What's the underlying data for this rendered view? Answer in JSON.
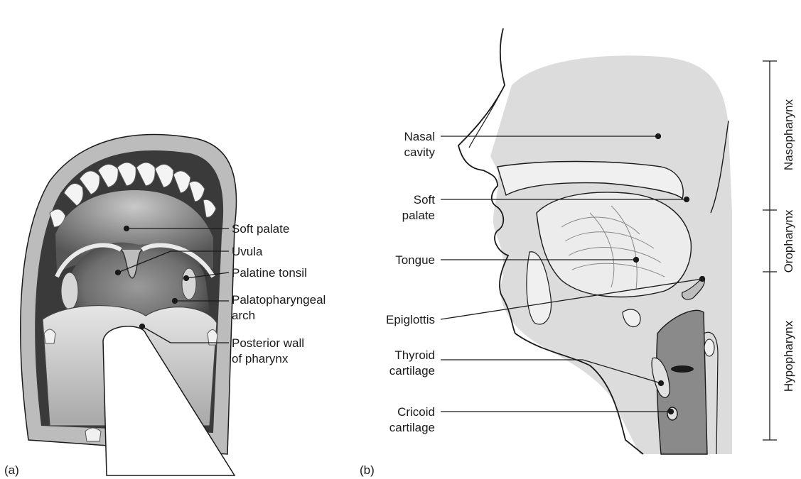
{
  "panel_a": {
    "tag": "(a)",
    "labels": {
      "soft_palate": "Soft palate",
      "uvula": "Uvula",
      "palatine_tonsil": "Palatine tonsil",
      "palatopharyngeal_1": "Palatopharyngeal",
      "palatopharyngeal_2": "arch",
      "posterior_1": "Posterior wall",
      "posterior_2": "of pharynx"
    }
  },
  "panel_b": {
    "tag": "(b)",
    "labels": {
      "nasal_1": "Nasal",
      "nasal_2": "cavity",
      "soft_1": "Soft",
      "soft_2": "palate",
      "tongue": "Tongue",
      "epiglottis": "Epiglottis",
      "thyroid_1": "Thyroid",
      "thyroid_2": "cartilage",
      "cricoid_1": "Cricoid",
      "cricoid_2": "cartilage"
    },
    "regions": {
      "nasopharynx": "Nasopharynx",
      "oropharynx": "Oropharynx",
      "hypopharynx": "Hypopharynx"
    }
  },
  "colors": {
    "tissue_fill": "#dcdcdc",
    "dark_fill": "#8a8a8a",
    "line": "#1a1a1a"
  }
}
